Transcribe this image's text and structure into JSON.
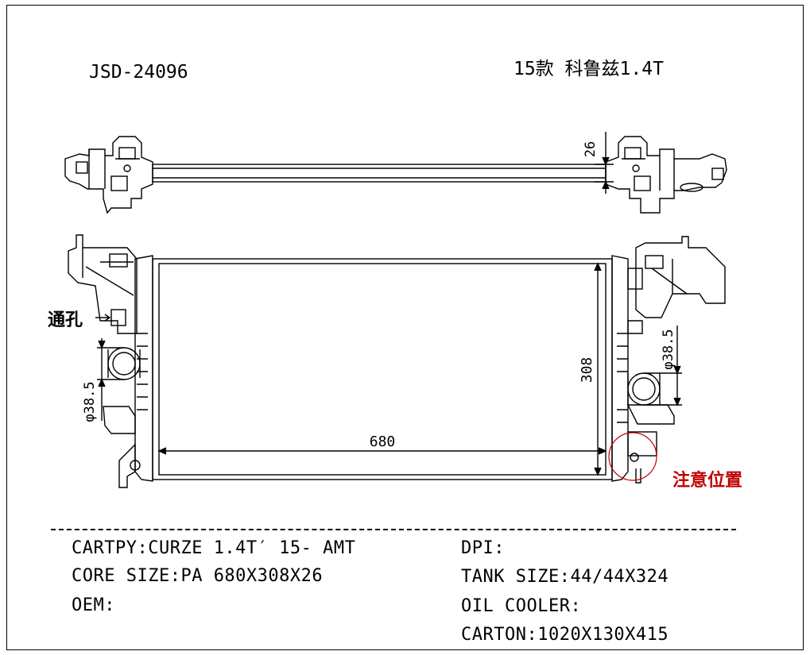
{
  "header": {
    "part_number": "JSD-24096",
    "model_title": "15款 科鲁兹1.4T"
  },
  "drawing": {
    "dim_thickness": "26",
    "dim_width": "680",
    "dim_height": "308",
    "dim_pipe_left": "φ38.5",
    "dim_pipe_right": "φ38.5",
    "vent_label": "通孔",
    "attention_label": "注意位置",
    "attention_color": "#c00000"
  },
  "specs": {
    "left": [
      {
        "key": "CARTPY:",
        "value": "CURZE 1.4T′ 15- AMT"
      },
      {
        "key": "CORE SIZE:",
        "value": "PA 680X308X26"
      },
      {
        "key": "OEM:",
        "value": ""
      }
    ],
    "right": [
      {
        "key": "DPI:",
        "value": ""
      },
      {
        "key": "TANK SIZE:",
        "value": "44/44X324"
      },
      {
        "key": "OIL COOLER:",
        "value": ""
      },
      {
        "key": "CARTON:",
        "value": "1020X130X415"
      }
    ]
  }
}
